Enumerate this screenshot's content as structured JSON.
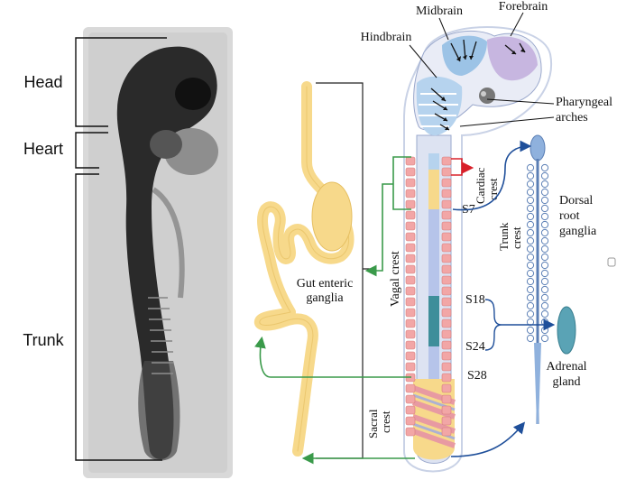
{
  "photo_labels": {
    "head": "Head",
    "heart": "Heart",
    "trunk": "Trunk"
  },
  "brain_labels": {
    "midbrain": "Midbrain",
    "forebrain": "Forebrain",
    "hindbrain": "Hindbrain",
    "pharyngeal_line1": "Pharyngeal",
    "pharyngeal_line2": "arches"
  },
  "crest_labels": {
    "cardiac_line1": "Cardiac",
    "cardiac_line2": "crest",
    "vagal": "Vagal crest",
    "trunk_line1": "Trunk",
    "trunk_line2": "crest",
    "sacral_line1": "Sacral",
    "sacral_line2": "crest"
  },
  "somite_labels": {
    "s7": "S7",
    "s18": "S18",
    "s24": "S24",
    "s28": "S28"
  },
  "derivative_labels": {
    "gut_line1": "Gut enteric",
    "gut_line2": "ganglia",
    "drg_line1": "Dorsal",
    "drg_line2": "root",
    "drg_line3": "ganglia",
    "adrenal_line1": "Adrenal",
    "adrenal_line2": "gland"
  },
  "colors": {
    "gut": "#f7d98b",
    "vagal_arrow": "#3a9a4a",
    "trunk_arrow": "#1f4f9a",
    "cardiac_arrow": "#d8202a",
    "somite": "#f2a6a6",
    "hindbrain_crest": "#9cc3e6",
    "forebrain_crest": "#c7b6e0",
    "adrenal": "#5aa3b5",
    "drg": "#8fb1dd"
  }
}
